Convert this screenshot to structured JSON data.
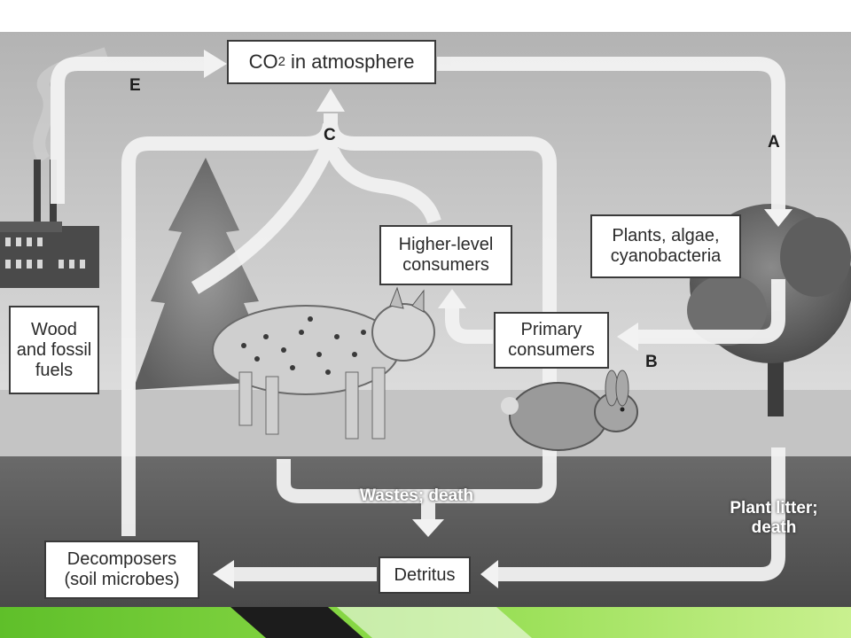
{
  "boxes": {
    "co2_prefix": "CO",
    "co2_subscript": "2",
    "co2_suffix": " in atmosphere",
    "higher_consumers": "Higher-level\nconsumers",
    "plants": "Plants, algae,\ncyanobacteria",
    "primary_consumers": "Primary\nconsumers",
    "wood_fuels": "Wood\nand fossil\nfuels",
    "decomposers": "Decomposers\n(soil microbes)",
    "detritus": "Detritus"
  },
  "letters": {
    "a": "A",
    "b": "B",
    "c": "C",
    "e": "E"
  },
  "flow_labels": {
    "wastes": "Wastes; death",
    "plant_litter": "Plant litter;\ndeath"
  },
  "colors": {
    "sky_top": "#bdbdbd",
    "sky_bottom": "#dedede",
    "ground": "#5a5a5a",
    "grass": "#b9b9b9",
    "arrow": "#f2f2f2",
    "green_band": "#7ccf3a"
  }
}
